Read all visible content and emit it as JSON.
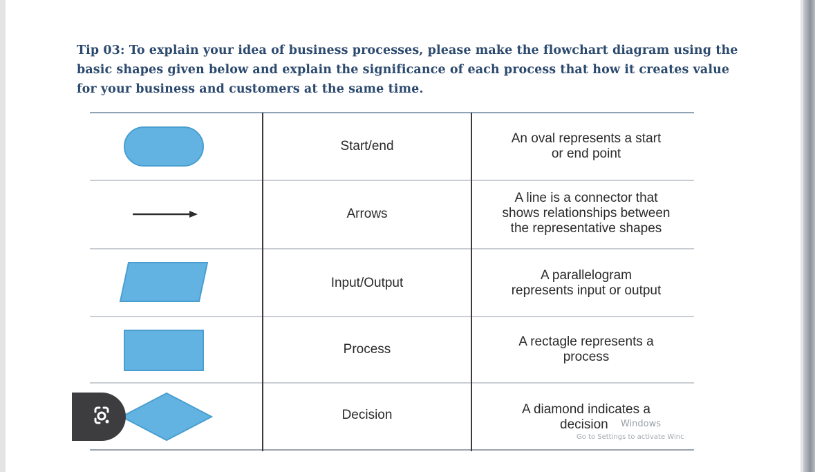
{
  "document": {
    "tip": "Tip 03: To explain your idea of business processes, please make the flowchart diagram using the basic shapes given below and explain the significance of each process that how it creates value for your business and customers at the same time."
  },
  "table": {
    "rows": [
      {
        "shape": "oval",
        "name": "Start/end",
        "desc_lines": [
          "An oval represents a start",
          "or end point"
        ]
      },
      {
        "shape": "arrow",
        "name": "Arrows",
        "desc_lines": [
          "A line is a connector that",
          "shows relationships between",
          "the representative shapes"
        ]
      },
      {
        "shape": "parallelogram",
        "name": "Input/Output",
        "desc_lines": [
          "A parallelogram",
          "represents input or output"
        ]
      },
      {
        "shape": "rectangle",
        "name": "Process",
        "desc_lines": [
          "A rectagle represents a",
          "process"
        ]
      },
      {
        "shape": "diamond",
        "name": "Decision",
        "desc_lines": [
          "A diamond indicates a",
          "decision"
        ]
      }
    ]
  },
  "watermark": {
    "line1": "Windows",
    "line2": "Go to Settings to activate Winc"
  },
  "overlay": {
    "icon": "google-lens-icon"
  },
  "colors": {
    "shape_fill": "#62b2e2",
    "shape_stroke": "#4a9fd0",
    "tip_text": "#2c4a6e"
  }
}
